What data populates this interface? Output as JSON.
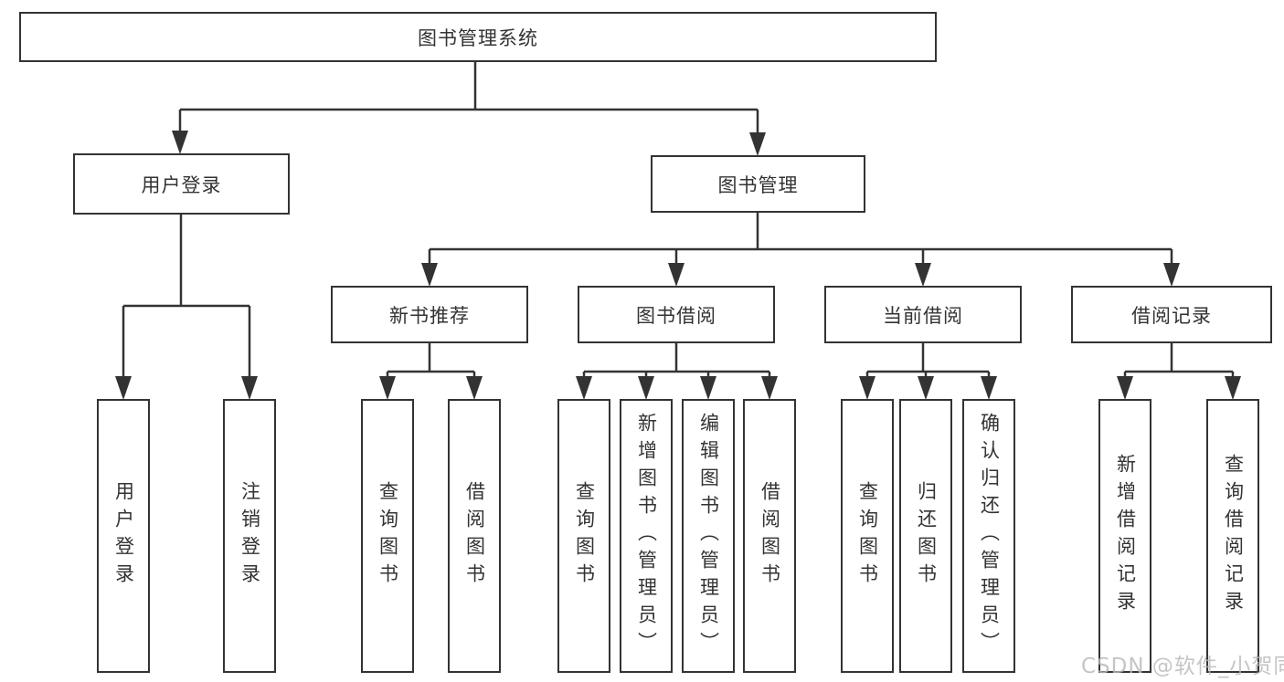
{
  "tree": {
    "label": "图书管理系统",
    "children": [
      {
        "label": "用户登录",
        "children": [
          {
            "label": "用户登录"
          },
          {
            "label": "注销登录"
          }
        ]
      },
      {
        "label": "图书管理",
        "children": [
          {
            "label": "新书推荐",
            "children": [
              {
                "label": "查询图书"
              },
              {
                "label": "借阅图书"
              }
            ]
          },
          {
            "label": "图书借阅",
            "children": [
              {
                "label": "查询图书"
              },
              {
                "label": "新增图书（管理员）"
              },
              {
                "label": "编辑图书（管理员）"
              },
              {
                "label": "借阅图书"
              }
            ]
          },
          {
            "label": "当前借阅",
            "children": [
              {
                "label": "查询图书"
              },
              {
                "label": "归还图书"
              },
              {
                "label": "确认归还（管理员）"
              }
            ]
          },
          {
            "label": "借阅记录",
            "children": [
              {
                "label": "新增借阅记录"
              },
              {
                "label": "查询借阅记录"
              }
            ]
          }
        ]
      }
    ]
  },
  "watermark": "CSDN @软件_小贺同学",
  "colors": {
    "line": "#333333",
    "text": "#333333",
    "background": "#ffffff",
    "watermark": "#b9b9b9"
  }
}
